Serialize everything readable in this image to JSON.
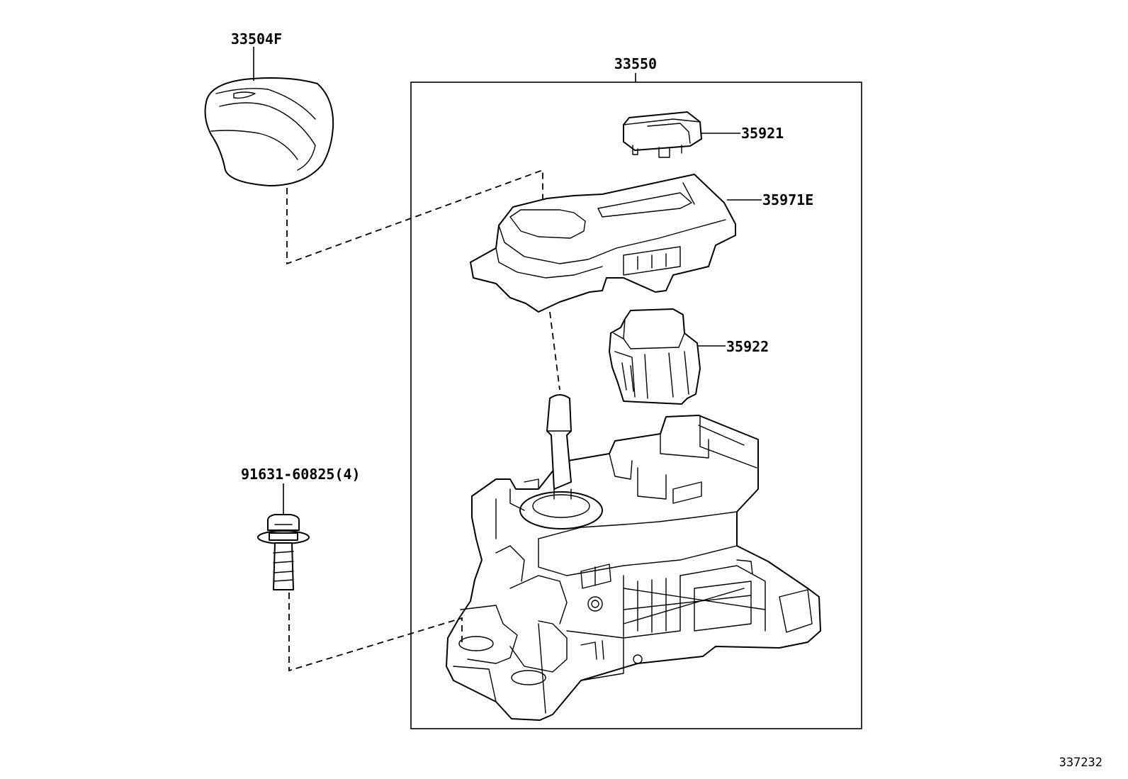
{
  "diagram": {
    "labels": {
      "knob": "33504F",
      "assembly": "33550",
      "switch_top": "35921",
      "housing": "35971E",
      "switch_side": "35922",
      "bolt": "91631-60825(4)",
      "figure_number": "337232"
    }
  }
}
